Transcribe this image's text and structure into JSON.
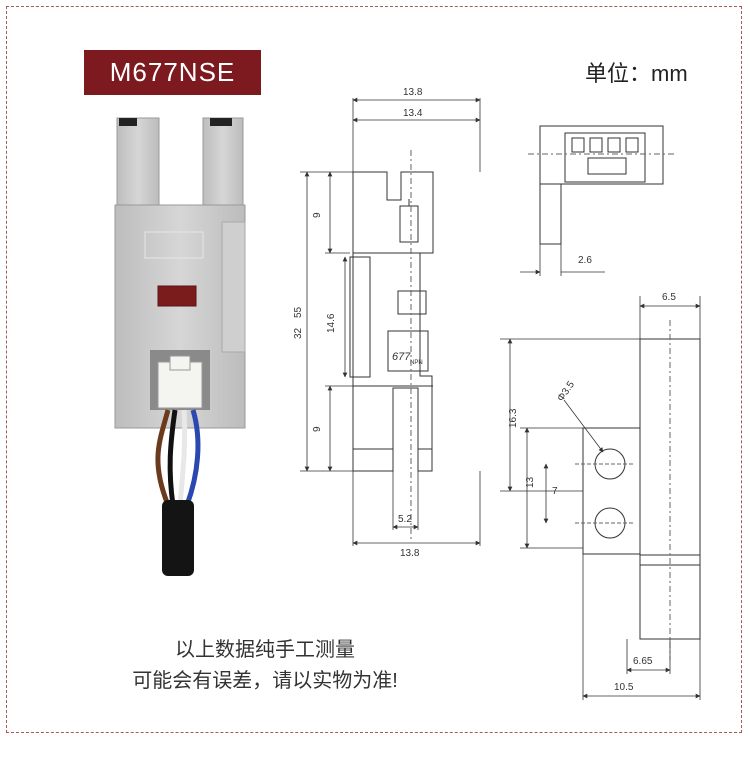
{
  "model": "M677NSE",
  "unit_label": "单位：mm",
  "note_line1": "以上数据纯手工测量",
  "note_line2": "可能会有误差，请以实物为准!",
  "sensor_marking": "677",
  "sensor_type_mark": "NPN",
  "colors": {
    "accent": "#7d1a1f",
    "frame": "#a35a5a",
    "housing": "#c8c8c8"
  },
  "dimensions": {
    "front_width_outer": "13.8",
    "front_width_inner": "13.4",
    "slot_depth_top": "9",
    "middle_height": "14.6",
    "slot_depth_bottom": "9",
    "total_height_a": "32",
    "total_height_b": "55",
    "slot_width": "5.2",
    "bottom_width": "13.8",
    "side_offset": "2.6",
    "side_width": "6.5",
    "side_height": "16.3",
    "hole_diameter": "Φ3.5",
    "hole_span": "13",
    "hole_center": "7",
    "side_bottom_inner": "6.65",
    "side_bottom_outer": "10.5"
  }
}
